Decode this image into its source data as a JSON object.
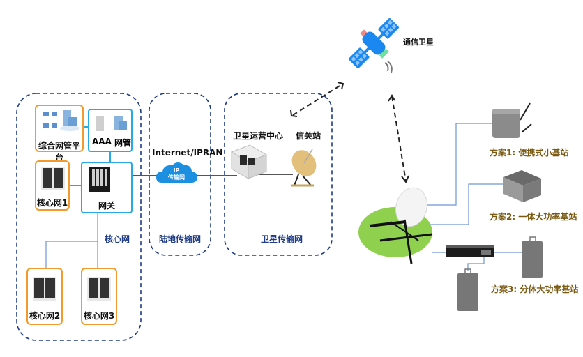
{
  "diagram": {
    "zones": {
      "core_network": {
        "label": "核心网"
      },
      "land_transport": {
        "label": "陆地传输网",
        "title": "Internet/IPRAN"
      },
      "satellite_transport": {
        "label": "卫星传输网"
      }
    },
    "nodes": {
      "nms_platform": {
        "label": "综合网管平台"
      },
      "aaa": {
        "label": "AAA"
      },
      "nms": {
        "label": "网管"
      },
      "gateway": {
        "label": "网关"
      },
      "core1": {
        "label": "核心网1"
      },
      "core2": {
        "label": "核心网2"
      },
      "core3": {
        "label": "核心网3"
      },
      "ip_cloud": {
        "line1": "IP",
        "line2": "传输网"
      },
      "sat_ops_center": {
        "label": "卫星运营中心"
      },
      "gateway_station": {
        "label": "信关站"
      },
      "comm_satellite": {
        "label": "通信卫星"
      }
    },
    "plans": [
      {
        "label": "方案1: 便携式小基站"
      },
      {
        "label": "方案2: 一体大功率基站"
      },
      {
        "label": "方案3: 分体大功率基站"
      }
    ],
    "colors": {
      "zone_border": "#1f3b86",
      "orange_box": "#f39a2c",
      "blue_box": "#27a9e1",
      "link_line": "#6d95d8",
      "plan_text": "#7a5a12",
      "ground_disk": "#8fd14f",
      "satellite_body": "#1a88f0"
    }
  }
}
